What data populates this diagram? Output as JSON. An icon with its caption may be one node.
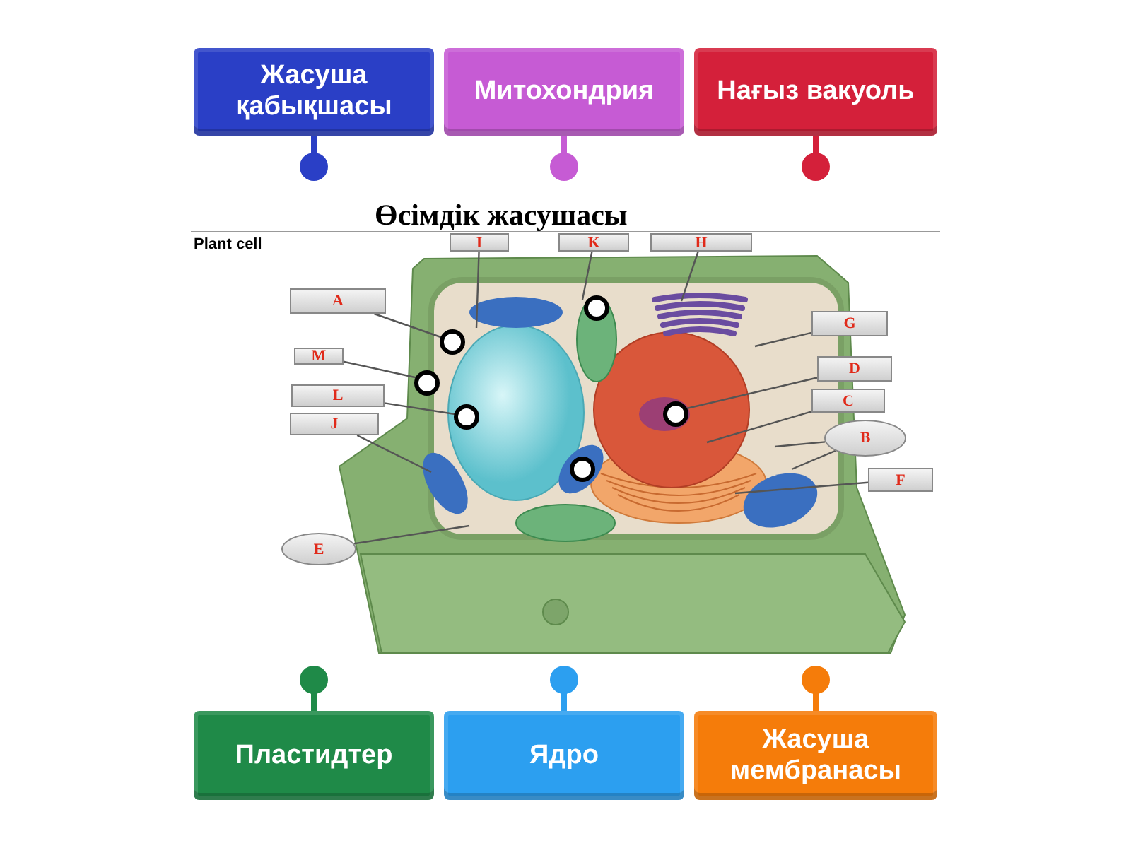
{
  "diagram": {
    "title": "Өсімдік жасушасы",
    "nodes": [
      {
        "text": [
          "Жасуша қабықшасы"
        ]
      },
      {
        "text": [
          "Митохондрия"
        ]
      },
      {
        "text": [
          "Нағыз вакуоль"
        ]
      },
      {
        "text": [
          "I"
        ]
      },
      {
        "text": [
          "K"
        ]
      },
      {
        "text": [
          "H"
        ]
      },
      {
        "text": [
          "A"
        ]
      },
      {
        "text": [
          "G"
        ]
      },
      {
        "text": [
          "M"
        ]
      },
      {
        "text": [
          "D"
        ]
      },
      {
        "text": [
          "L"
        ]
      },
      {
        "text": [
          "C"
        ]
      },
      {
        "text": [
          "J"
        ]
      },
      {
        "text": [
          "B"
        ]
      },
      {
        "text": [
          "F"
        ]
      },
      {
        "text": [
          "E"
        ]
      },
      {
        "text": [
          "Пластидтер"
        ]
      },
      {
        "text": [
          "Ядро"
        ]
      },
      {
        "text": [
          "Жасуша мембранасы"
        ]
      }
    ],
    "edges": [
      {
        "from": 3,
        "to": null,
        "arrow": "none"
      },
      {
        "from": 4,
        "to": null,
        "arrow": "none"
      },
      {
        "from": 5,
        "to": null,
        "arrow": "none"
      },
      {
        "from": 6,
        "to": null,
        "arrow": "none"
      },
      {
        "from": 7,
        "to": null,
        "arrow": "none"
      },
      {
        "from": 8,
        "to": null,
        "arrow": "none"
      },
      {
        "from": 9,
        "to": null,
        "arrow": "none"
      },
      {
        "from": 10,
        "to": null,
        "arrow": "none"
      },
      {
        "from": 11,
        "to": null,
        "arrow": "none"
      },
      {
        "from": 12,
        "to": null,
        "arrow": "none"
      },
      {
        "from": 13,
        "to": null,
        "arrow": "none"
      },
      {
        "from": 13,
        "to": null,
        "arrow": "none"
      },
      {
        "from": 14,
        "to": null,
        "arrow": "none"
      },
      {
        "from": 15,
        "to": null,
        "arrow": "none"
      }
    ],
    "labels": [
      "Plant cell"
    ]
  }
}
